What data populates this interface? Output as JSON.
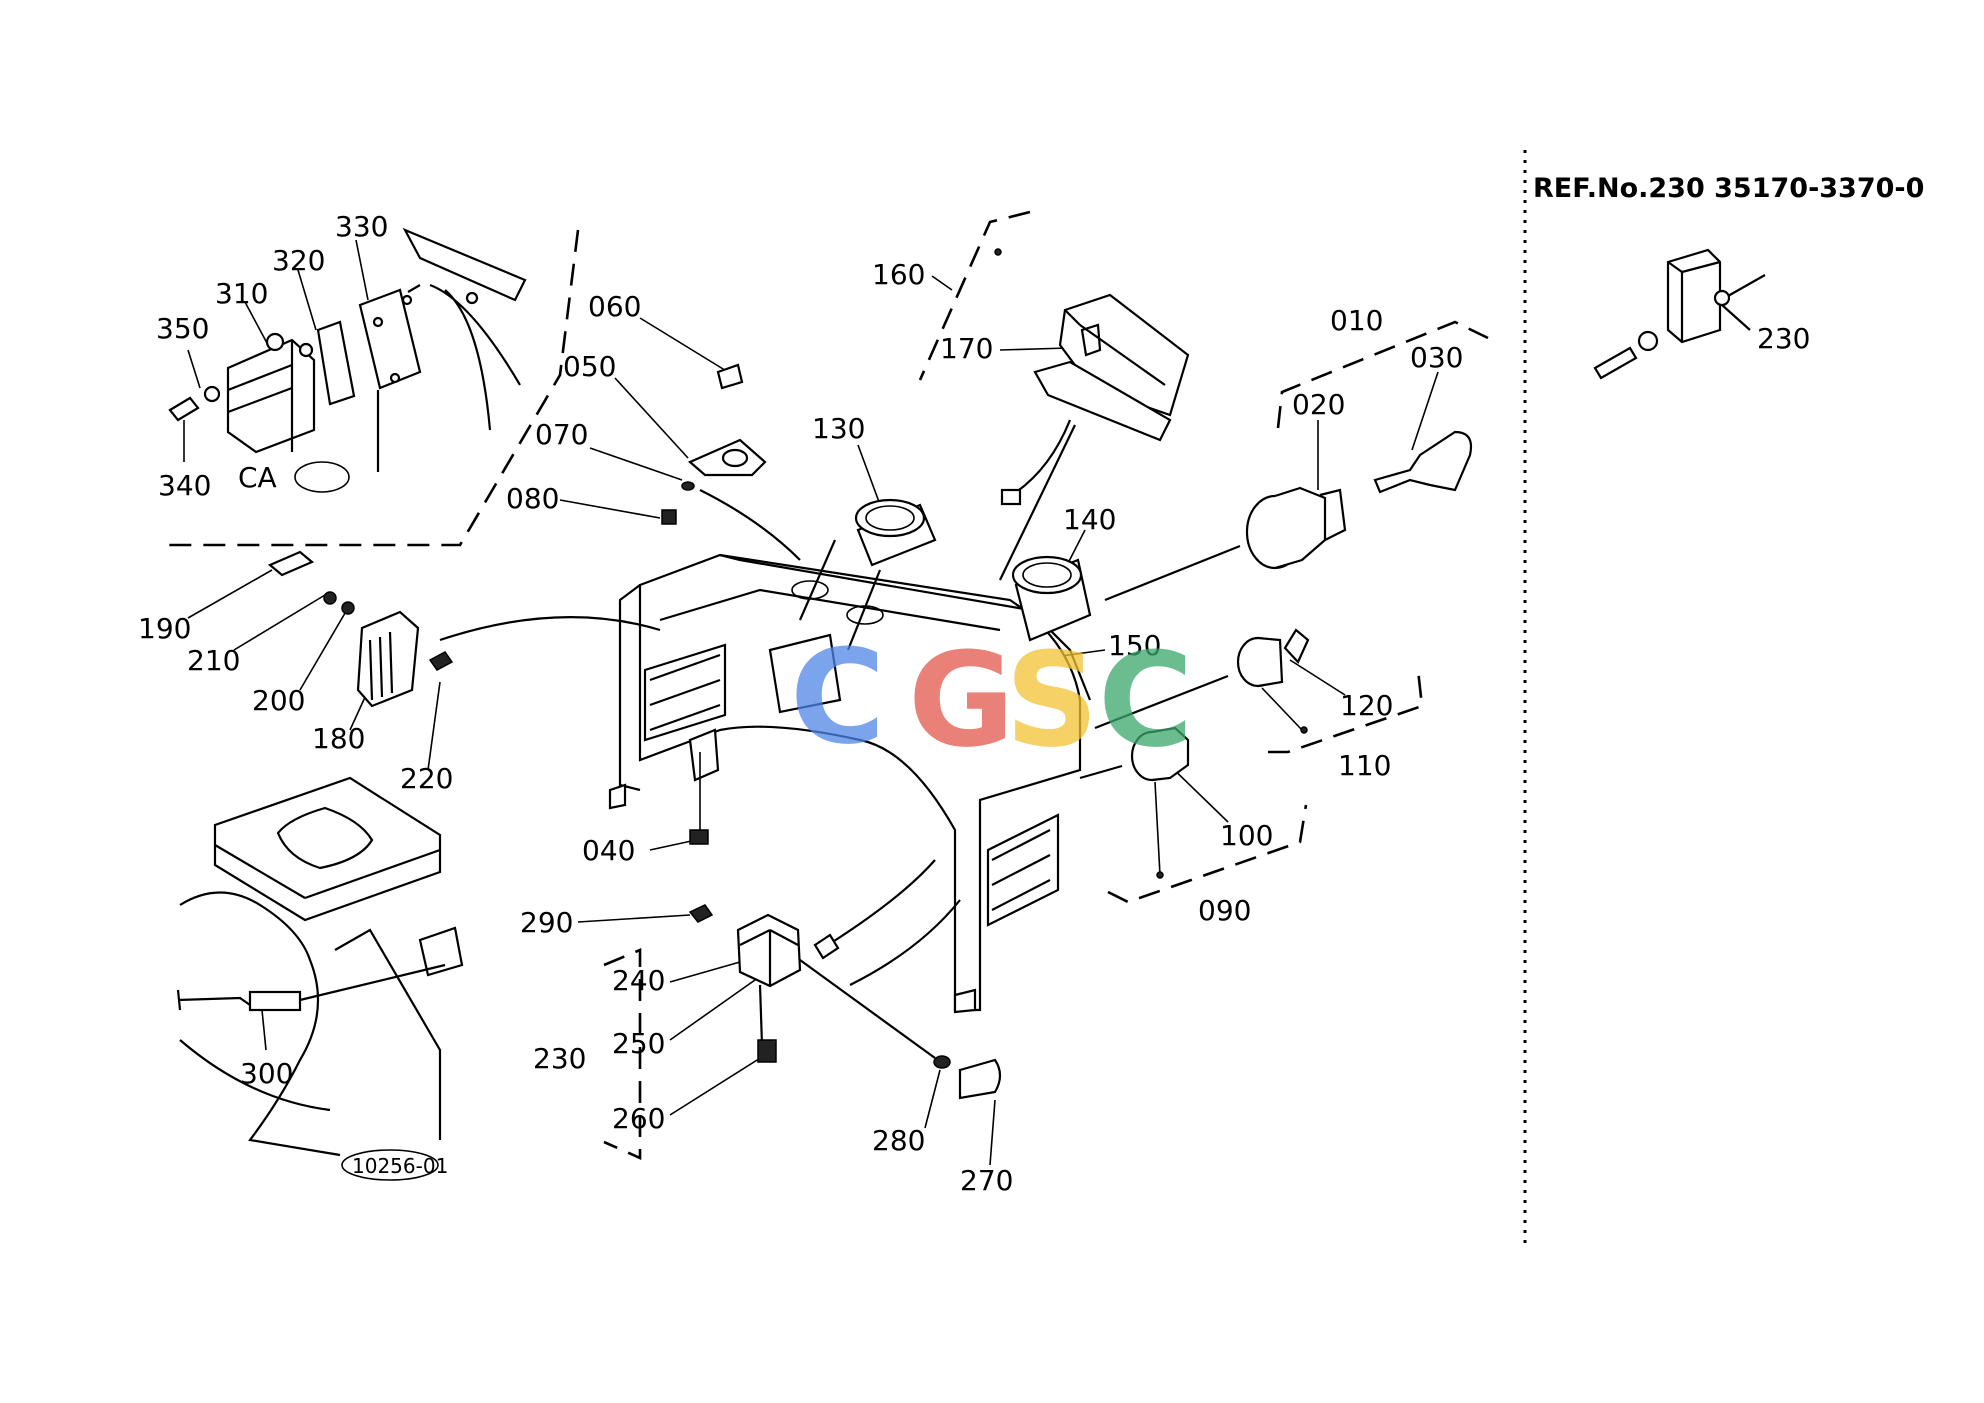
{
  "reference": {
    "text": "REF.No.230  35170-3370-0",
    "part_label": "230"
  },
  "figure_code": "10256-01",
  "region_tag": "CA",
  "watermark": {
    "letters": [
      "C",
      "G",
      "S",
      "C"
    ],
    "colors": [
      "#4f86e8",
      "#e4574b",
      "#f2c233",
      "#3aa86b"
    ]
  },
  "labels": {
    "l010": "010",
    "l020": "020",
    "l030": "030",
    "l040": "040",
    "l050": "050",
    "l060": "060",
    "l070": "070",
    "l080": "080",
    "l090": "090",
    "l100": "100",
    "l110": "110",
    "l120": "120",
    "l130": "130",
    "l140": "140",
    "l150": "150",
    "l160": "160",
    "l170": "170",
    "l180": "180",
    "l190": "190",
    "l200": "200",
    "l210": "210",
    "l220": "220",
    "l230": "230",
    "l240": "240",
    "l250": "250",
    "l260": "260",
    "l270": "270",
    "l280": "280",
    "l290": "290",
    "l300": "300",
    "l310": "310",
    "l320": "320",
    "l330": "330",
    "l340": "340",
    "l350": "350"
  }
}
